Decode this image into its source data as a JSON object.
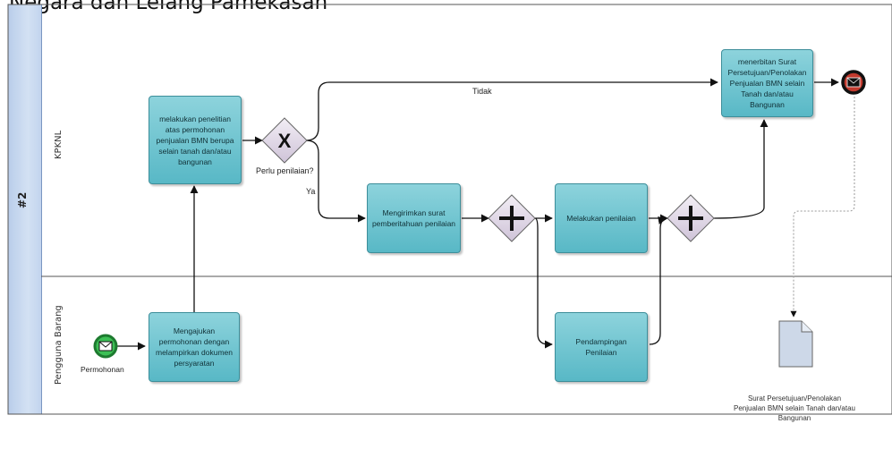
{
  "title": "Negara dan Lelang Pamekasan",
  "pool": {
    "label": "#2"
  },
  "lanes": {
    "kpknl": "KPKNL",
    "pengguna": "Pengguna Barang"
  },
  "tasks": {
    "mengajukan": "Mengajukan permohonan dengan melampirkan dokumen persyaratan",
    "penelitian": "melakukan penelitian atas permohonan penjualan BMN berupa selain tanah dan/atau bangunan",
    "mengirimkan": "Mengirimkan surat pemberitahuan penilaian",
    "melakukan_penilaian": "Melakukan penilaian",
    "pendampingan": "Pendampingan Penilaian",
    "menerbitkan": "menerbitan Surat Persetujuan/Penolakan Penjualan BMN selain Tanah dan/atau Bangunan"
  },
  "gateways": {
    "decision": "Perlu penilaian?"
  },
  "flows": {
    "tidak": "Tidak",
    "ya": "Ya"
  },
  "events": {
    "start": "Permohonan"
  },
  "document": {
    "caption": "Surat Persetujuan/Penolakan Penjualan BMN selain Tanah dan/atau Bangunan"
  },
  "colors": {
    "task_fill": "#6cc3cf",
    "gateway_fill": "#e4dcea",
    "start_event": "#2fb24a",
    "end_event": "#c0392b",
    "lane_band": "#c6d7ef"
  }
}
